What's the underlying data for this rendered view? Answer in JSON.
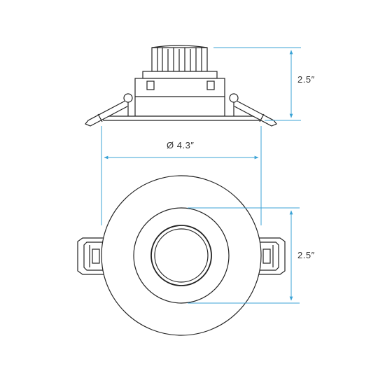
{
  "dimensions": {
    "top_height": "2.5″",
    "diameter": "Ø 4.3″",
    "bottom_height": "2.5″"
  },
  "colors": {
    "dimension_line": "#3ba3d6",
    "outline": "#222222",
    "text": "#333333"
  }
}
